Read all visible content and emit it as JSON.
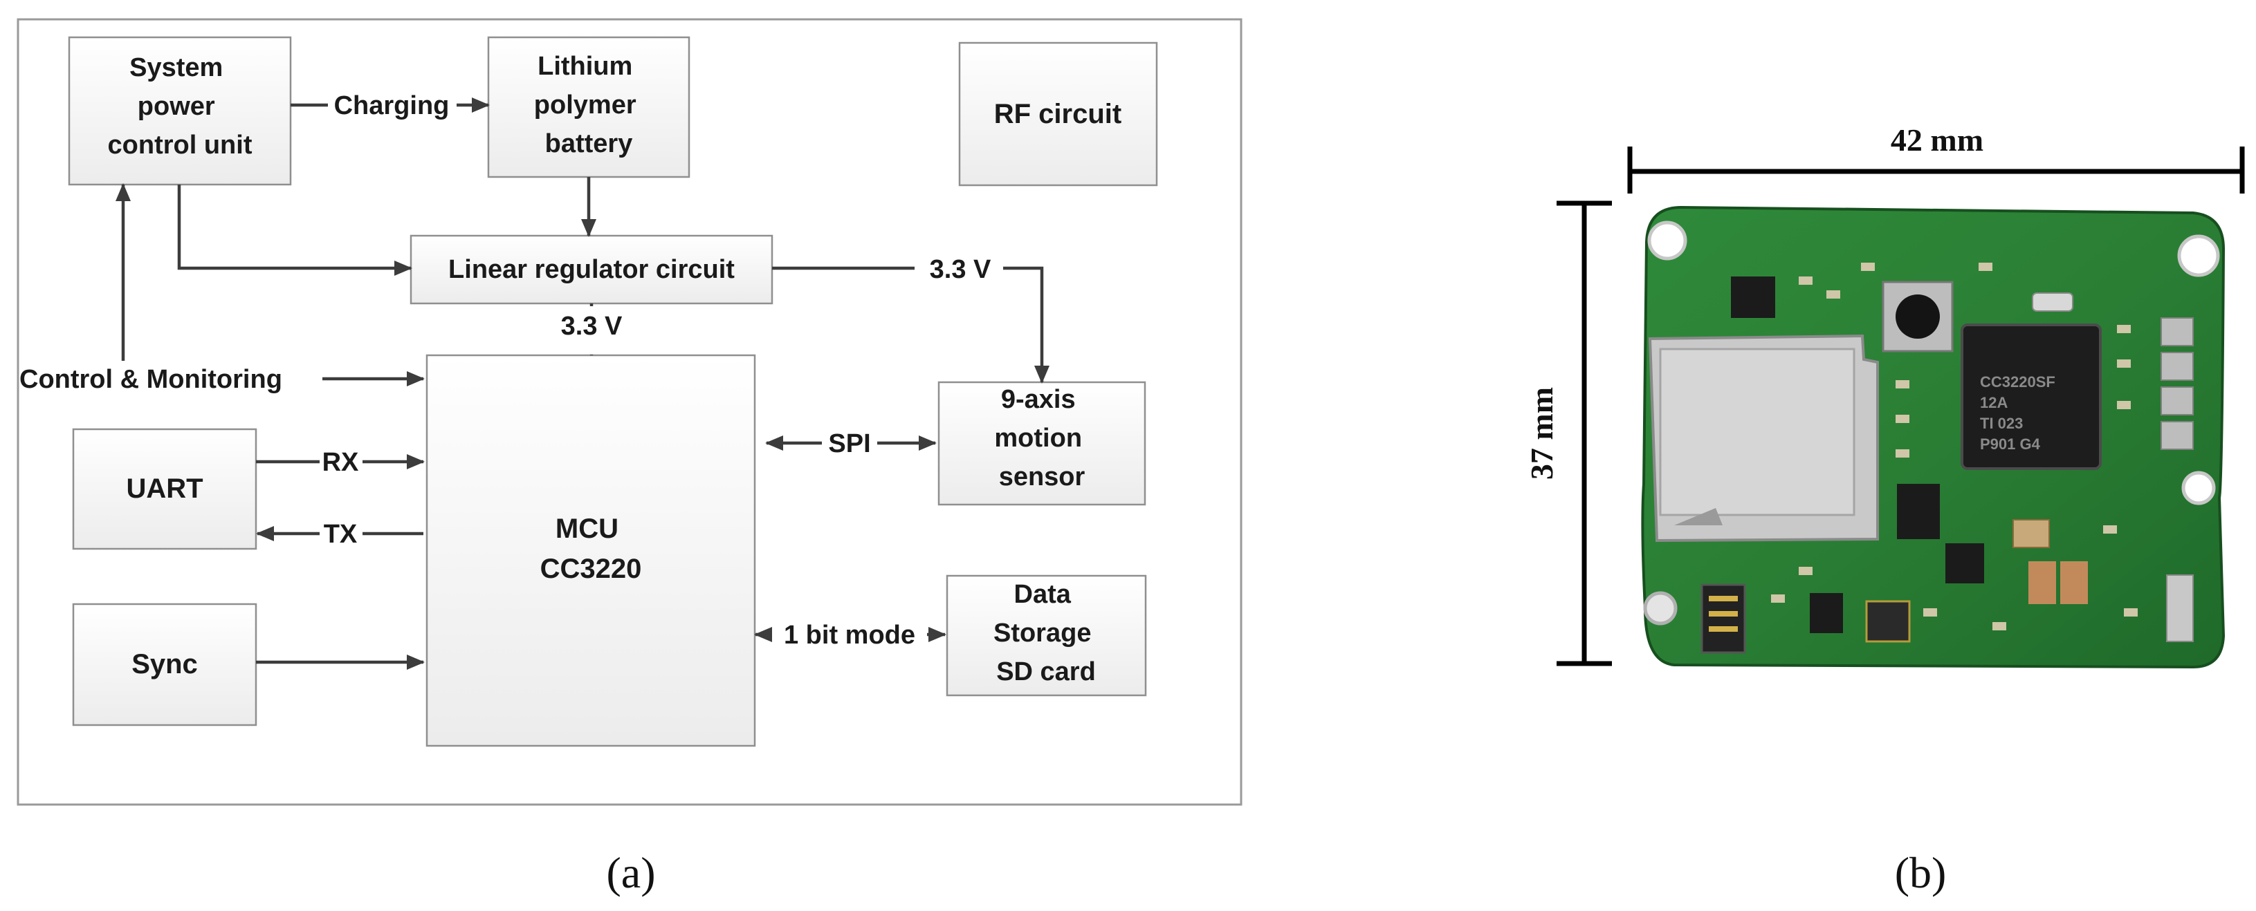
{
  "panel_a": {
    "blocks": {
      "power": [
        "System",
        "power",
        "control unit"
      ],
      "battery": [
        "Lithium",
        "polymer",
        "battery"
      ],
      "rf": [
        "RF circuit"
      ],
      "regulator": [
        "Linear regulator circuit"
      ],
      "uart": [
        "UART"
      ],
      "sync": [
        "Sync"
      ],
      "mcu": [
        "MCU",
        "CC3220"
      ],
      "sensor": [
        "9-axis",
        "motion",
        "sensor"
      ],
      "storage": [
        "Data",
        "Storage",
        "SD card"
      ]
    },
    "labels": {
      "charging": "Charging",
      "v33_right": "3.3 V",
      "v33_mcu": "3.3 V",
      "control_monitoring": "Control & Monitoring",
      "rx": "RX",
      "tx": "TX",
      "spi": "SPI",
      "bit_mode": "1 bit mode"
    },
    "caption": "(a)"
  },
  "panel_b": {
    "width_label": "42 mm",
    "height_label": "37 mm",
    "chip_marking": [
      "CC3220SF",
      "12A",
      "TI 023",
      "P901 G4"
    ],
    "caption": "(b)"
  }
}
